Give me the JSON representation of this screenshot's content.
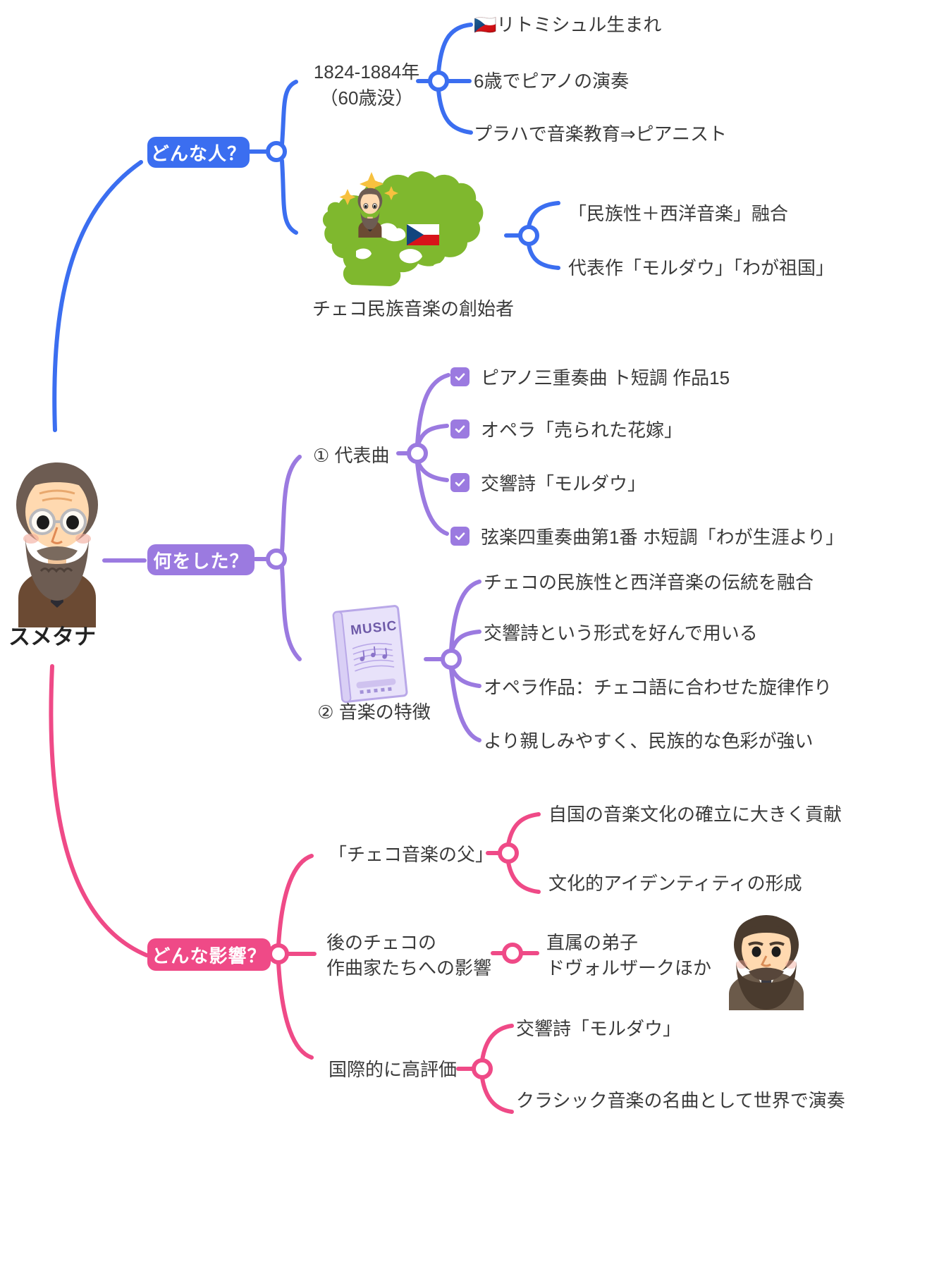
{
  "root": {
    "label": "スメタナ",
    "portrait_alt": "smetana-portrait"
  },
  "branches": [
    {
      "id": "who",
      "title": "どんな人？",
      "color": "#3b6ef0",
      "pill_color": "#3b6ef0",
      "sub": [
        {
          "label": "1824-1884年\n（60歳没）",
          "children": [
            "🇨🇿リトミシュル生まれ",
            "6歳でピアノの演奏",
            "プラハで音楽教育⇒ピアニスト"
          ]
        },
        {
          "label": "チェコ民族音楽の創始者",
          "is_image": true,
          "image": "europe-map-illustration",
          "children": [
            "「民族性＋西洋音楽」融合",
            "代表作「モルダウ」「わが祖国」"
          ]
        }
      ]
    },
    {
      "id": "what",
      "title": "何をした？",
      "color": "#9b7ae0",
      "pill_color": "#9b7ae0",
      "sub": [
        {
          "label": "① 代表曲",
          "checkbox": true,
          "children": [
            "ピアノ三重奏曲 ト短調 作品15",
            "オペラ「売られた花嫁」",
            "交響詩「モルダウ」",
            "弦楽四重奏曲第1番 ホ短調「わが生涯より」"
          ]
        },
        {
          "label": "② 音楽の特徴",
          "is_image": true,
          "image": "music-book-illustration",
          "children": [
            "チェコの民族性と西洋音楽の伝統を融合",
            "交響詩という形式を好んで用いる",
            "オペラ作品：チェコ語に合わせた旋律作り",
            "より親しみやすく、民族的な色彩が強い"
          ]
        }
      ]
    },
    {
      "id": "influence",
      "title": "どんな影響？",
      "color": "#ef4a87",
      "pill_color": "#ef4a87",
      "sub": [
        {
          "label": "「チェコ音楽の父」",
          "children": [
            "自国の音楽文化の確立に大きく貢献",
            "文化的アイデンティティの形成"
          ]
        },
        {
          "label": "後のチェコの\n作曲家たちへの影響",
          "children": [
            "直属の弟子\nドヴォルザークほか"
          ],
          "image": "dvorak-portrait"
        },
        {
          "label": "国際的に高評価",
          "children": [
            "交響詩「モルダウ」",
            "クラシック音楽の名曲として世界で演奏"
          ]
        }
      ]
    }
  ],
  "book": {
    "title": "MUSIC"
  },
  "colors": {
    "blue": "#3b6ef0",
    "purple": "#9b7ae0",
    "pink": "#ef4a87",
    "text": "#3a3a3a",
    "map_green": "#7fb82e"
  }
}
